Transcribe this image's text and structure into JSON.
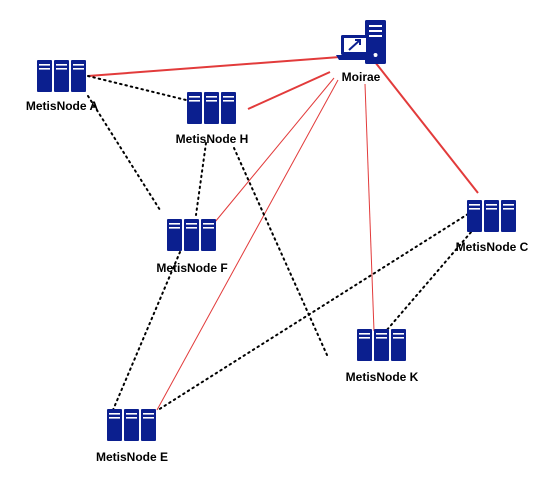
{
  "colors": {
    "server": "#0b1f8f",
    "server_slot": "#ffffff",
    "red_link": "#e23b3b",
    "dotted_link": "#000000"
  },
  "nodes": {
    "moirae": {
      "label": "Moirae",
      "icon": "workstation-icon"
    },
    "a": {
      "label": "MetisNode A",
      "icon": "server-rack-icon"
    },
    "h": {
      "label": "MetisNode H",
      "icon": "server-rack-icon"
    },
    "f": {
      "label": "MetisNode F",
      "icon": "server-rack-icon"
    },
    "c": {
      "label": "MetisNode C",
      "icon": "server-rack-icon"
    },
    "k": {
      "label": "MetisNode K",
      "icon": "server-rack-icon"
    },
    "e": {
      "label": "MetisNode E",
      "icon": "server-rack-icon"
    }
  },
  "links": {
    "solid": [
      [
        "moirae",
        "a"
      ],
      [
        "moirae",
        "h"
      ],
      [
        "moirae",
        "f"
      ],
      [
        "moirae",
        "e"
      ],
      [
        "moirae",
        "k"
      ],
      [
        "moirae",
        "c"
      ]
    ],
    "dotted": [
      [
        "a",
        "h"
      ],
      [
        "a",
        "f"
      ],
      [
        "h",
        "f"
      ],
      [
        "h",
        "k"
      ],
      [
        "f",
        "e"
      ],
      [
        "c",
        "e"
      ],
      [
        "c",
        "k"
      ]
    ]
  }
}
